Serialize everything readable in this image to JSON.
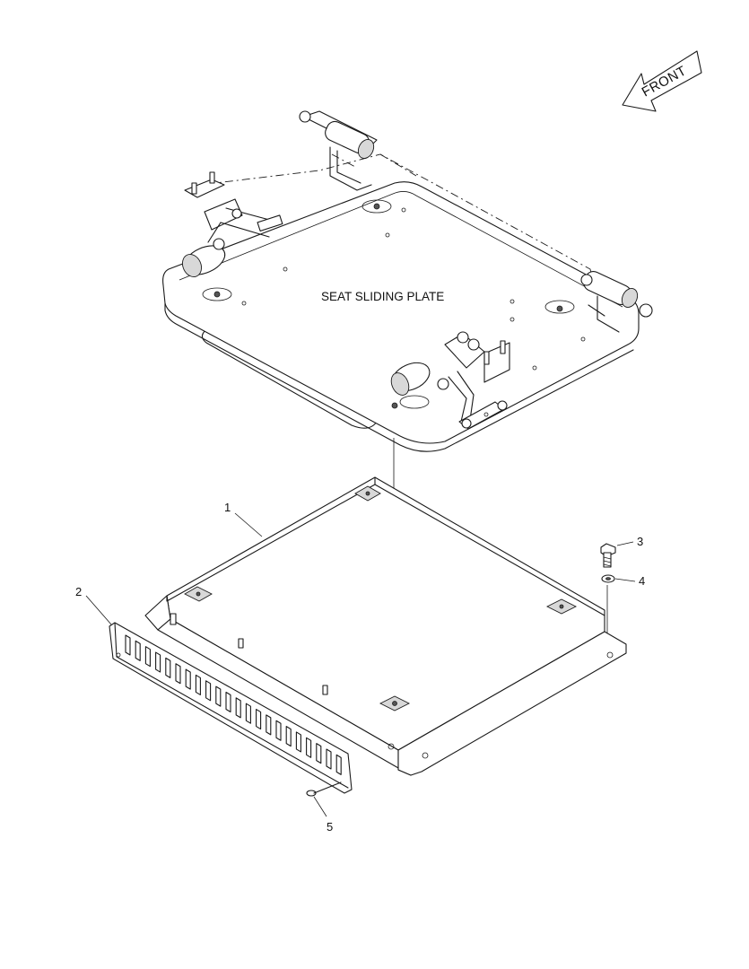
{
  "diagram": {
    "front_label": "FRONT",
    "plate_label": "SEAT SLIDING PLATE",
    "callouts": [
      "1",
      "2",
      "3",
      "4",
      "5"
    ]
  }
}
